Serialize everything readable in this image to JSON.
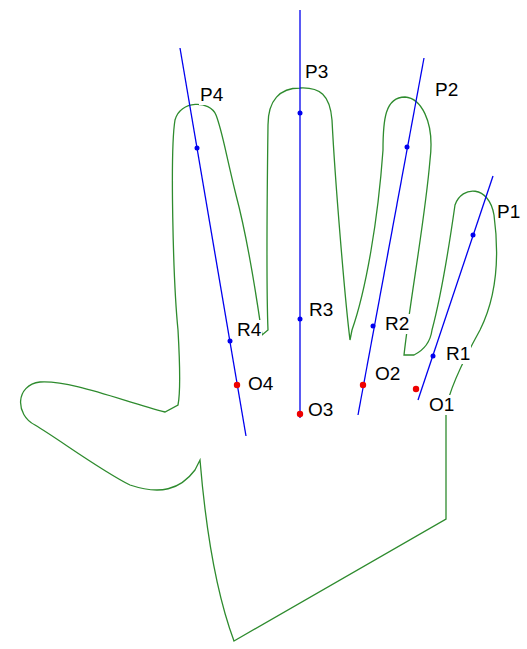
{
  "diagram": {
    "labels": [
      "P4",
      "P3",
      "P2",
      "P1",
      "R4",
      "R3",
      "R2",
      "R1",
      "O4",
      "O3",
      "O2",
      "O1"
    ]
  }
}
